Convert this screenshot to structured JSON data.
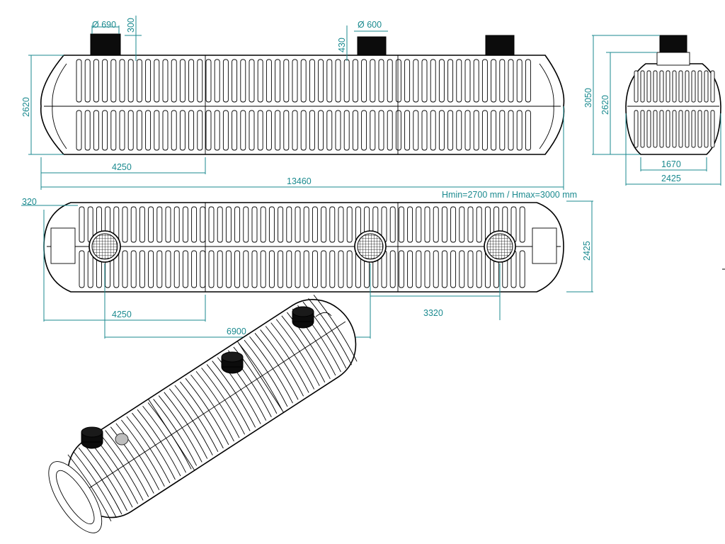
{
  "side_view": {
    "dia_left": "Ø 690",
    "dia_mid": "Ø 600",
    "neck_height": "300",
    "neck_height_mid": "430",
    "height": "2620",
    "offset": "4250",
    "length": "13460"
  },
  "end_view": {
    "total_height": "3050",
    "body_height": "2620",
    "base_width": "1670",
    "width": "2425"
  },
  "plan_view": {
    "hmin_hmax": "Hmin=2700 mm / Hmax=3000 mm",
    "end_offset": "320",
    "width": "2425",
    "offset_left": "4250",
    "spacing": "6900",
    "spacing_right": "3320"
  }
}
